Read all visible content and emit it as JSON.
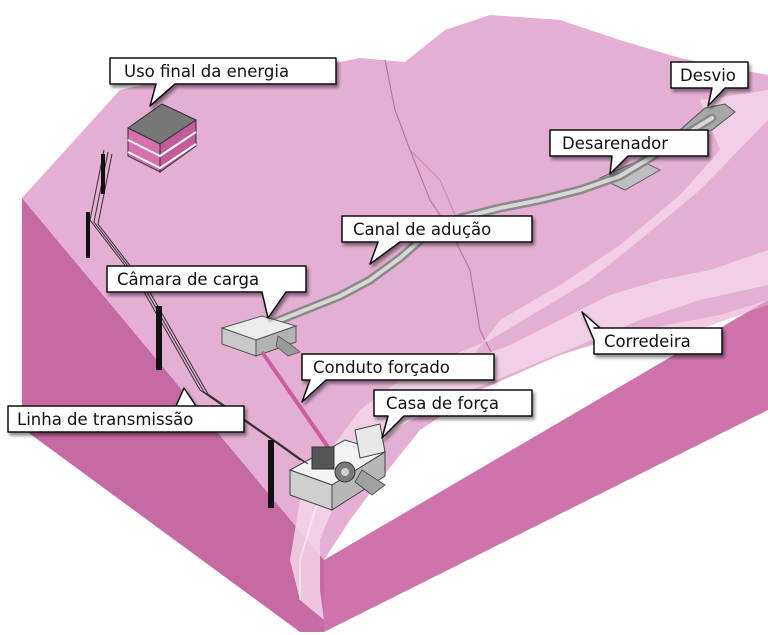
{
  "labels": {
    "uso_final": "Uso final da energia",
    "desvio": "Desvio",
    "desarenador": "Desarenador",
    "canal": "Canal de adução",
    "camara": "Câmara de carga",
    "corredeira": "Corredeira",
    "conduto": "Conduto forçado",
    "linha": "Linha de transmissão",
    "casa": "Casa de força"
  },
  "colors": {
    "terrain_top": "#e4afd2",
    "terrain_side": "#cc6fa8",
    "terrain_side_dark": "#b85a93",
    "river": "#f3d5e8",
    "structure": "#d9d9d9",
    "structure_dark": "#555555",
    "penstock": "#c8609e",
    "callout_fill": "#ffffff",
    "callout_stroke": "#111111"
  }
}
